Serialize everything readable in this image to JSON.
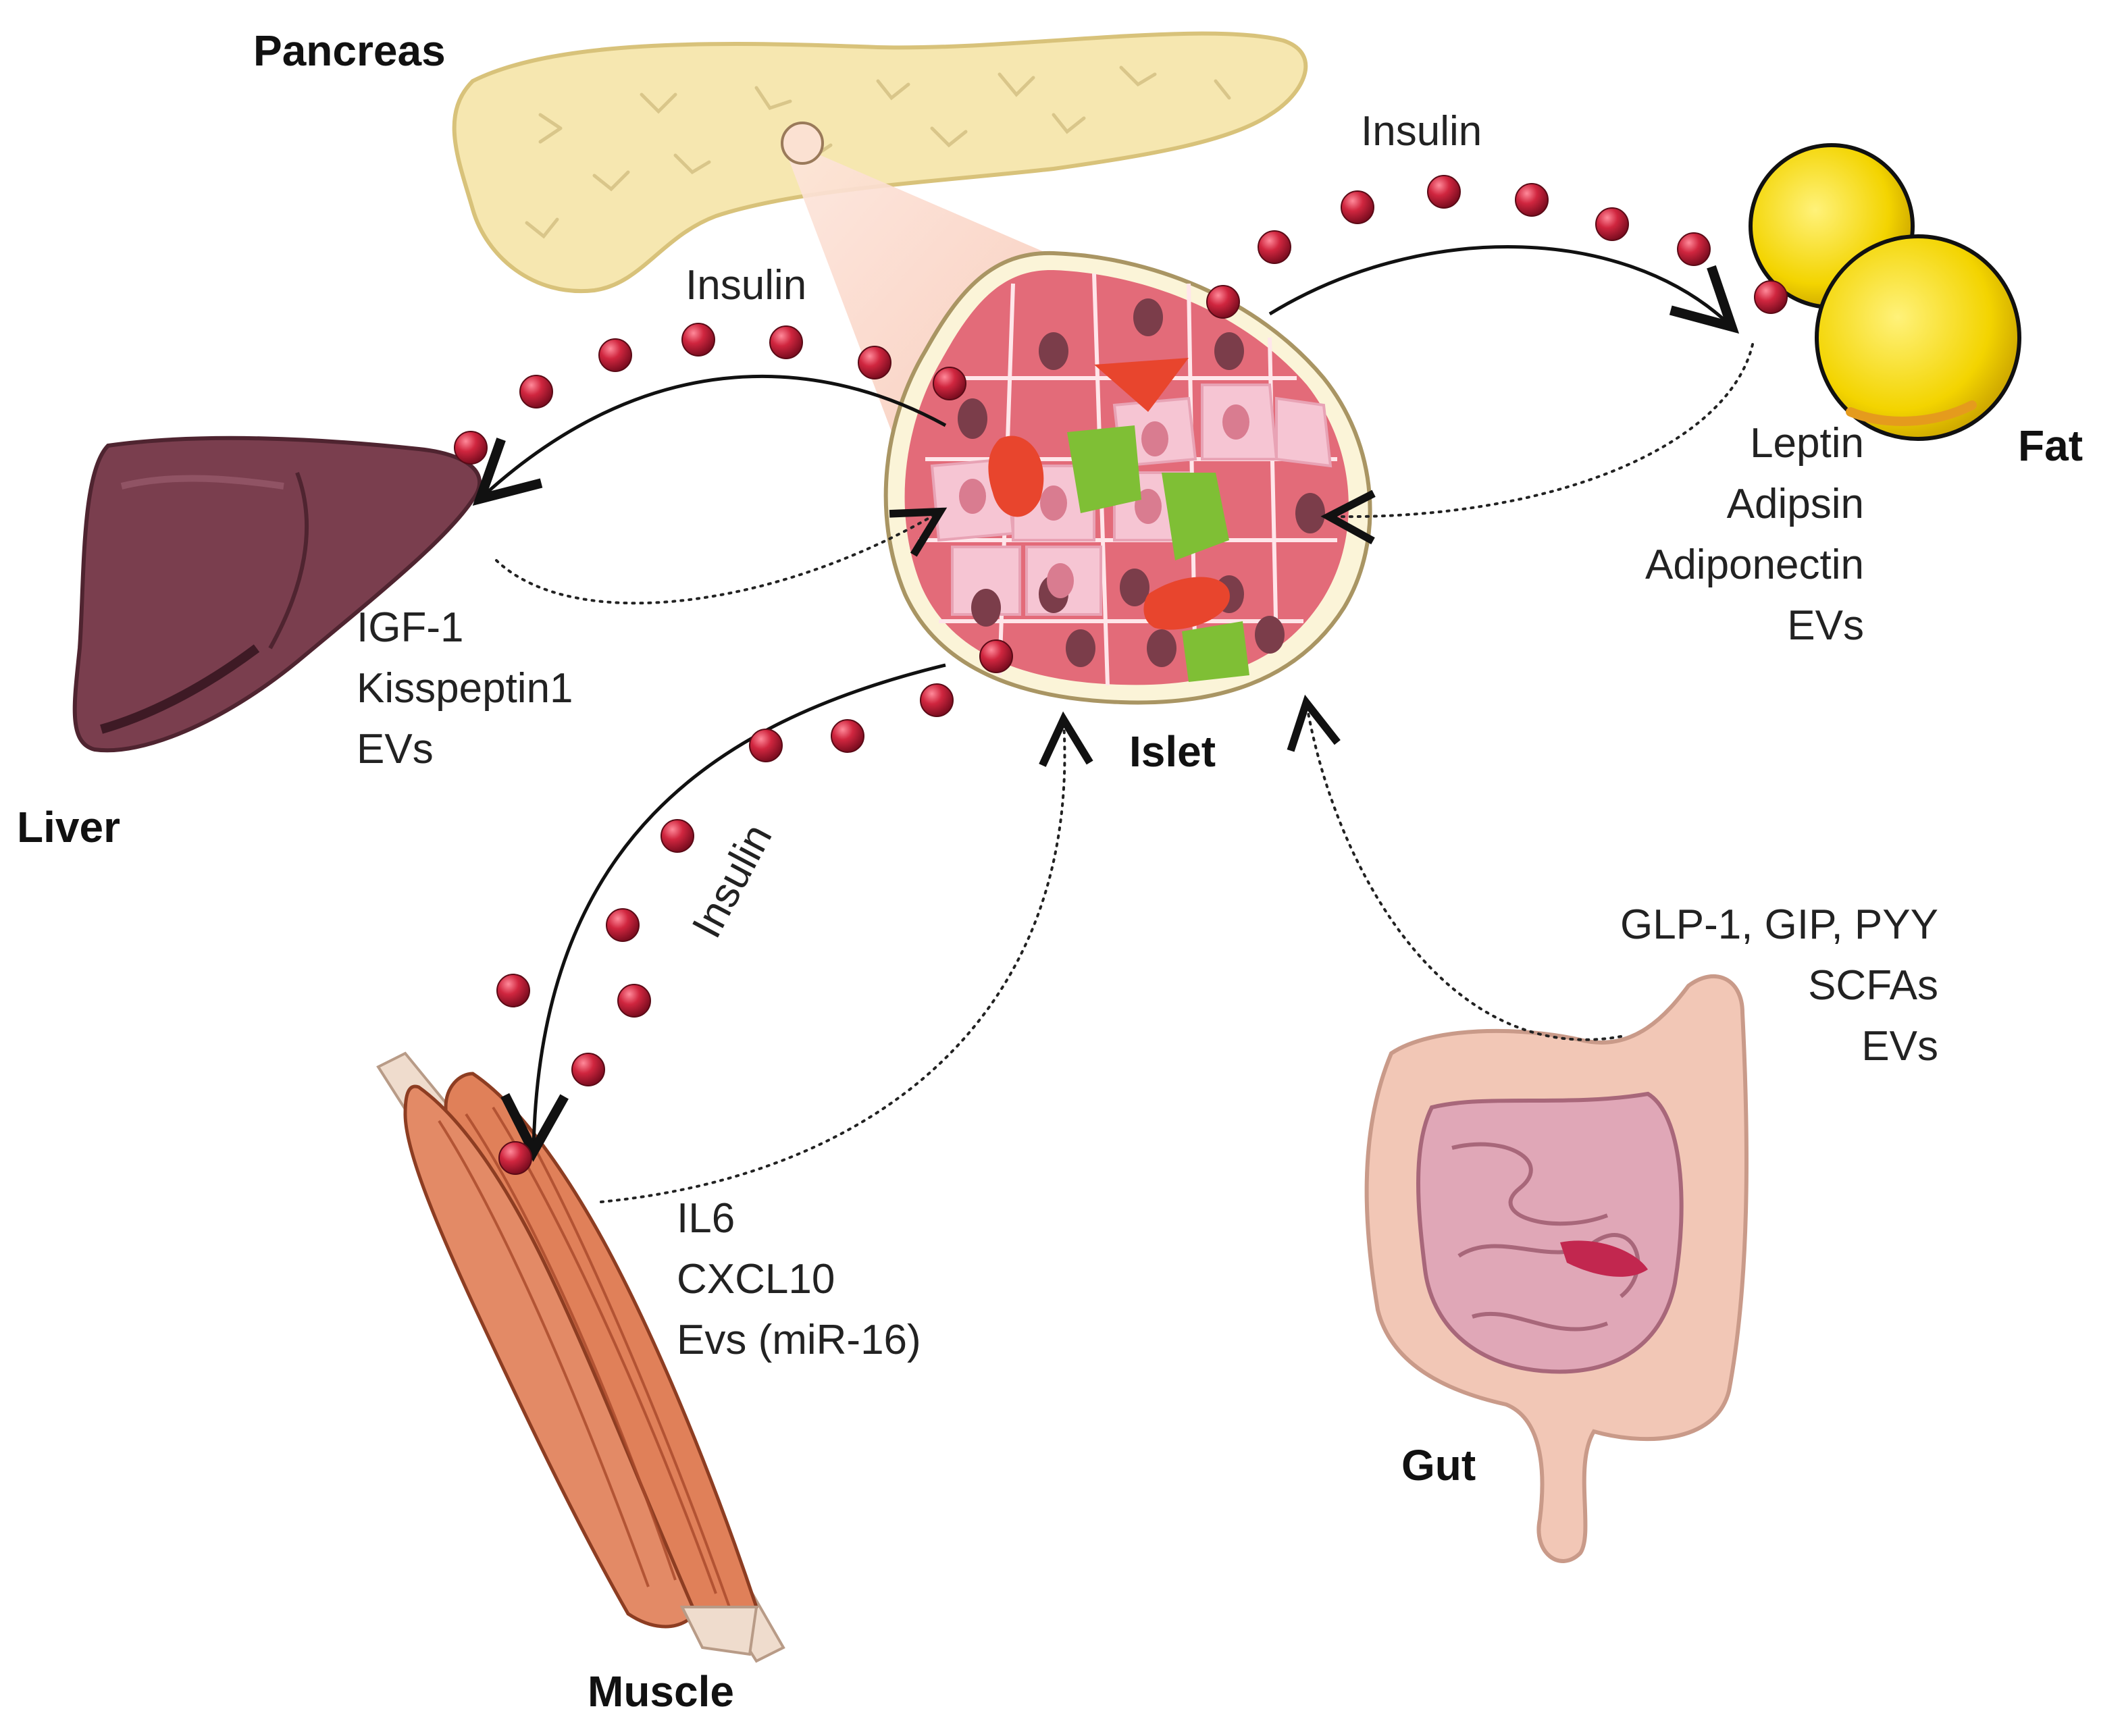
{
  "organs": {
    "pancreas": "Pancreas",
    "islet": "Islet",
    "liver": "Liver",
    "fat": "Fat",
    "muscle": "Muscle",
    "gut": "Gut"
  },
  "signals": {
    "insulin_top": "Insulin",
    "insulin_liver": "Insulin",
    "insulin_muscle": "Insulin",
    "liver": [
      "IGF-1",
      "Kisspeptin1",
      "EVs"
    ],
    "fat": [
      "Leptin",
      "Adipsin",
      "Adiponectin",
      "EVs"
    ],
    "muscle": [
      "IL6",
      "CXCL10",
      "Evs (miR-16)"
    ],
    "gut": [
      "GLP-1, GIP, PYY",
      "SCFAs",
      "EVs"
    ]
  },
  "colors": {
    "insulin_dot": "#c0203a",
    "pancreas": "#f6e7b0",
    "liver": "#7a3e4e",
    "fat": "#f2d200",
    "muscle": "#e07f5a",
    "gut": "#f2c7b6"
  }
}
